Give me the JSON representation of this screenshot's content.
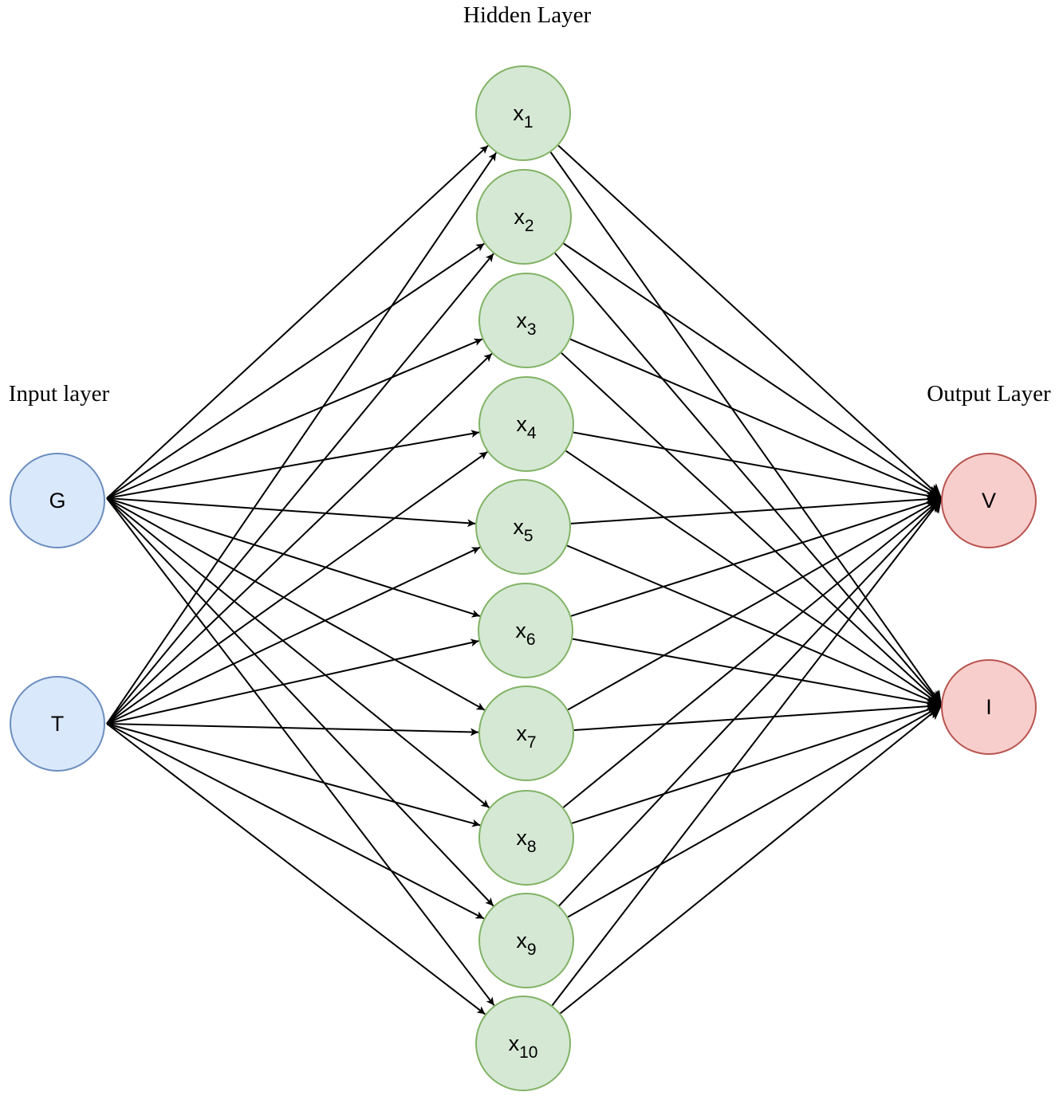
{
  "layers": {
    "input": {
      "label": "Input layer",
      "fill": "#dae8fc",
      "stroke": "#6c8ebf",
      "nodes": [
        {
          "id": "G",
          "label": "G",
          "sub": ""
        },
        {
          "id": "T",
          "label": "T",
          "sub": ""
        }
      ]
    },
    "hidden": {
      "label": "Hidden Layer",
      "fill": "#d5e8d4",
      "stroke": "#82b366",
      "nodes": [
        {
          "id": "x1",
          "label": "x",
          "sub": "1"
        },
        {
          "id": "x2",
          "label": "x",
          "sub": "2"
        },
        {
          "id": "x3",
          "label": "x",
          "sub": "3"
        },
        {
          "id": "x4",
          "label": "x",
          "sub": "4"
        },
        {
          "id": "x5",
          "label": "x",
          "sub": "5"
        },
        {
          "id": "x6",
          "label": "x",
          "sub": "6"
        },
        {
          "id": "x7",
          "label": "x",
          "sub": "7"
        },
        {
          "id": "x8",
          "label": "x",
          "sub": "8"
        },
        {
          "id": "x9",
          "label": "x",
          "sub": "9"
        },
        {
          "id": "x10",
          "label": "x",
          "sub": "10"
        }
      ]
    },
    "output": {
      "label": "Output Layer",
      "fill": "#f8cecc",
      "stroke": "#b85450",
      "nodes": [
        {
          "id": "V",
          "label": "V",
          "sub": ""
        },
        {
          "id": "I",
          "label": "I",
          "sub": ""
        }
      ]
    }
  },
  "connections": "fully-connected, input to hidden to output, arrowheads at target"
}
